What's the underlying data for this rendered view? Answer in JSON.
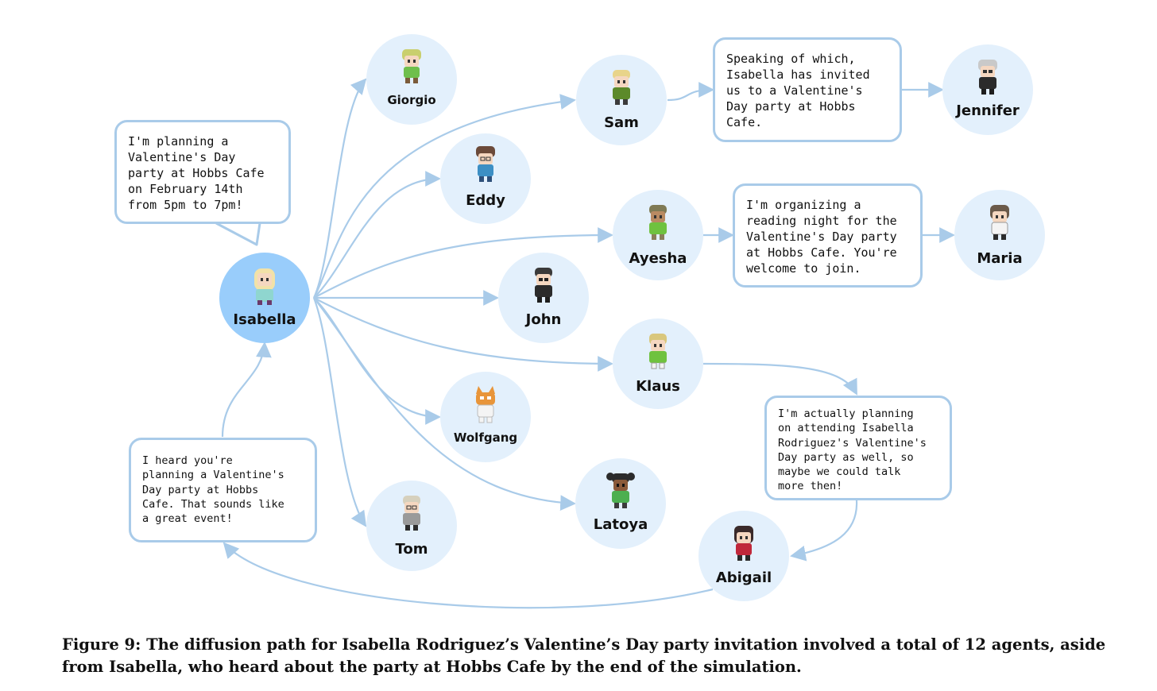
{
  "nodes": {
    "isabella": "Isabella",
    "giorgio": "Giorgio",
    "eddy": "Eddy",
    "sam": "Sam",
    "jennifer": "Jennifer",
    "ayesha": "Ayesha",
    "maria": "Maria",
    "john": "John",
    "klaus": "Klaus",
    "wolfgang": "Wolfgang",
    "latoya": "Latoya",
    "tom": "Tom",
    "abigail": "Abigail"
  },
  "bubbles": {
    "isabella_plan": "I'm planning a\nValentine's Day\nparty at Hobbs Cafe\non February 14th\nfrom 5pm to 7pm!",
    "sam_to_jennifer": "Speaking of which,\nIsabella has invited\nus to a Valentine's\nDay party at Hobbs\nCafe.",
    "ayesha_to_maria": "I'm organizing a\nreading night for the\nValentine's Day party\nat Hobbs Cafe. You're\nwelcome to join.",
    "klaus_to_abigail": "I'm actually planning\non attending Isabella\nRodriguez's Valentine's\nDay party as well, so\nmaybe we could talk\nmore then!",
    "abigail_to_isabella": "I heard you're\nplanning a Valentine's\nDay party at Hobbs\nCafe. That sounds like\na great event!"
  },
  "caption": "Figure 9: The diffusion path for Isabella Rodriguez’s Valentine’s Day party invitation involved a total of 12 agents, aside from Isabella, who heard about the party at Hobbs Cafe by the end of the simulation.",
  "colors": {
    "node_fill": "#e3f0fc",
    "center_fill": "#99cdfb",
    "edge": "#a9cbe9",
    "bubble_border": "#a9cbe9"
  }
}
